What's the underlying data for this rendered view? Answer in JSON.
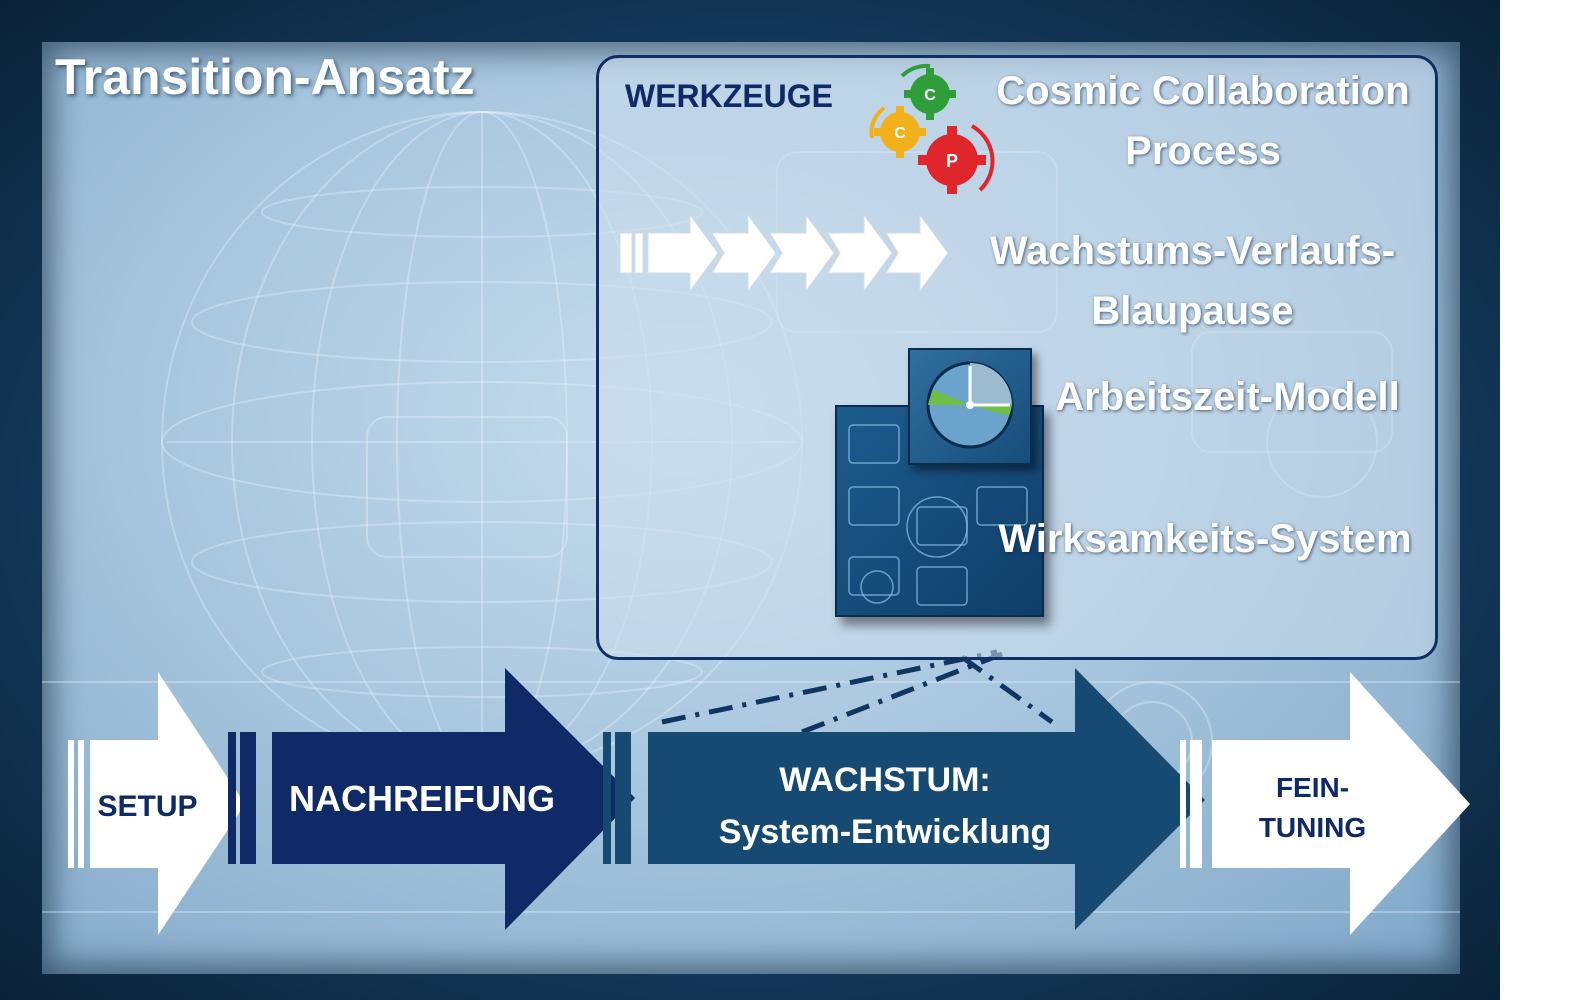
{
  "title": "Transition-Ansatz",
  "tools": {
    "label": "WERKZEUGE",
    "items": [
      {
        "name": "Cosmic Collaboration",
        "name2": "Process",
        "icon": "gears-icon"
      },
      {
        "name": "Wachstums-Verlaufs-",
        "name2": "Blaupause",
        "icon": "chevron-arrows-icon"
      },
      {
        "name": "Arbeitszeit-Modell",
        "icon": "clock-icon"
      },
      {
        "name": "Wirksamkeits-System",
        "icon": "blueprint-board-icon"
      }
    ],
    "gear_letters": [
      "C",
      "C",
      "P"
    ]
  },
  "phases": {
    "setup": "SETUP",
    "nachreifung": "NACHREIFUNG",
    "wachstum_line1": "WACHSTUM:",
    "wachstum_line2": "System-Entwicklung",
    "fein_line1": "FEIN-",
    "fein_line2": "TUNING"
  },
  "colors": {
    "navy": "#0f2a66",
    "teal_blue": "#174a72",
    "white": "#ffffff",
    "gear_green": "#2e9e3a",
    "gear_yellow": "#f2b11a",
    "gear_red": "#e0262a"
  }
}
